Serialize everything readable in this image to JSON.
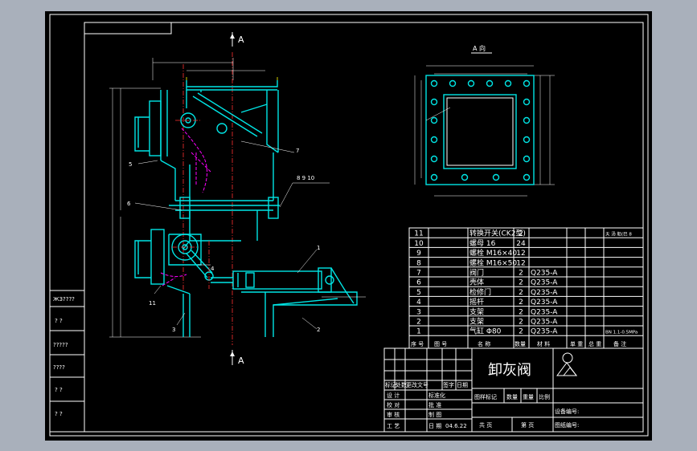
{
  "drawing": {
    "section_top": "A",
    "section_bottom": "A",
    "view_label": "A 向",
    "callouts": [
      "1",
      "2",
      "3",
      "4",
      "5",
      "6",
      "7",
      "8",
      "9",
      "10",
      "11"
    ],
    "callout_group": "8  9  10"
  },
  "bom": {
    "rows": [
      {
        "no": "11",
        "name": "转换开关(CK2型)",
        "qty": "2",
        "mat": "",
        "note": "天 汤 船(巴 8"
      },
      {
        "no": "10",
        "name": "螺母 16",
        "qty": "24",
        "mat": "",
        "note": ""
      },
      {
        "no": "9",
        "name": "螺栓 M16×40",
        "qty": "12",
        "mat": "",
        "note": ""
      },
      {
        "no": "8",
        "name": "螺栓 M16×50",
        "qty": "12",
        "mat": "",
        "note": ""
      },
      {
        "no": "7",
        "name": "阀门",
        "qty": "2",
        "mat": "Q235-A",
        "note": ""
      },
      {
        "no": "6",
        "name": "壳体",
        "qty": "2",
        "mat": "Q235-A",
        "note": ""
      },
      {
        "no": "5",
        "name": "检修门",
        "qty": "2",
        "mat": "Q235-A",
        "note": ""
      },
      {
        "no": "4",
        "name": "摇杆",
        "qty": "2",
        "mat": "Q235-A",
        "note": ""
      },
      {
        "no": "3",
        "name": "支架",
        "qty": "2",
        "mat": "Q235-A",
        "note": ""
      },
      {
        "no": "2",
        "name": "支架",
        "qty": "2",
        "mat": "Q235-A",
        "note": ""
      },
      {
        "no": "1",
        "name": "气缸 Φ80",
        "qty": "2",
        "mat": "Q235-A",
        "note": "BN 1.1-0.5MPa"
      }
    ],
    "headers": [
      "序 号",
      "图 号",
      "名 称",
      "数量",
      "材 料",
      "单 重",
      "总 重",
      "备 注"
    ]
  },
  "title_block": {
    "title": "卸灰阀",
    "row_marks": [
      "标记",
      "处数",
      "更改文号",
      "签字",
      "日期"
    ],
    "roles": [
      "设 计",
      "校 对",
      "审 核",
      "工 艺"
    ],
    "roles2": [
      "标准化",
      "批 准",
      "制 图",
      "日 期"
    ],
    "date": "04.6.22",
    "stage": "图样标记",
    "weight": "数量",
    "mass": "重量",
    "scale": "比例",
    "sheets": "共 页",
    "sheet": "第 页",
    "equip_no": "设备编号:",
    "drawing_no": "图纸编号:"
  },
  "left_strip": [
    "ЖЗ????",
    "?     ?",
    "?????",
    "????",
    "?     ?",
    "?     ?"
  ],
  "colors": {
    "paper": "#000000",
    "frame": "#ffffff",
    "part": "#00e5e5",
    "hidden": "#ff00ff",
    "center": "#ff3030",
    "dim": "#ffff00",
    "border": "#a9b0bb"
  }
}
